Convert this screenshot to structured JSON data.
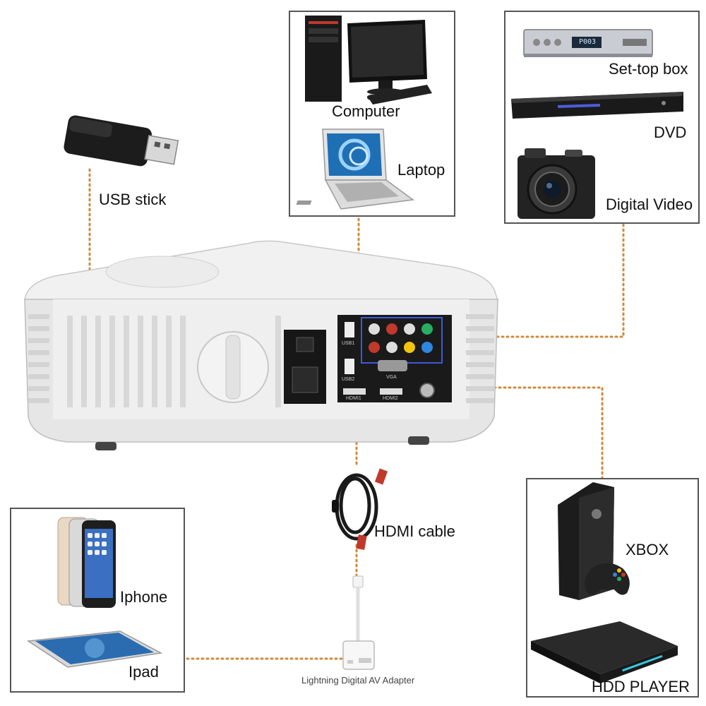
{
  "devices": {
    "usb_stick": "USB stick",
    "computer": "Computer",
    "laptop": "Laptop",
    "settop_box": "Set-top box",
    "dvd": "DVD",
    "digital_video": "Digital Video",
    "hdmi_cable": "HDMI cable",
    "adapter": "Lightning Digital AV Adapter",
    "iphone": "Iphone",
    "ipad": "Ipad",
    "xbox": "XBOX",
    "hdd_player": "HDD PLAYER"
  },
  "ports": {
    "usb1": "USB1",
    "usb2": "USB2",
    "vga": "VGA",
    "hdmi1": "HDMI1",
    "hdmi2": "HDMI2"
  },
  "settop_display": "P003",
  "colors": {
    "connector": "#d08a3a",
    "box_border": "#555555",
    "projector_body": "#e9e9e9",
    "port_panel": "#1a1a1a"
  }
}
